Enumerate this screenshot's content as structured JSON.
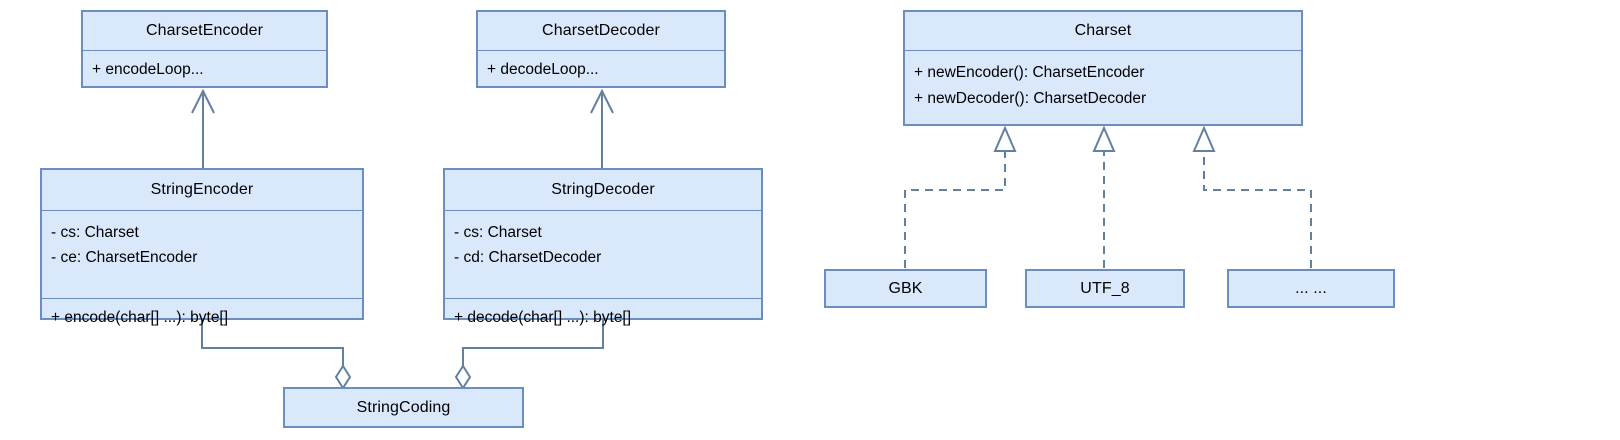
{
  "diagram": {
    "kind": "uml-class-diagram",
    "classes": {
      "charset_encoder": {
        "title": "CharsetEncoder",
        "methods": [
          "+ encodeLoop..."
        ]
      },
      "charset_decoder": {
        "title": "CharsetDecoder",
        "methods": [
          "+ decodeLoop..."
        ]
      },
      "charset": {
        "title": "Charset",
        "methods": [
          "+ newEncoder(): CharsetEncoder",
          "+ newDecoder(): CharsetDecoder"
        ]
      },
      "string_encoder": {
        "title": "StringEncoder",
        "attributes": [
          "- cs: Charset",
          "- ce: CharsetEncoder"
        ],
        "methods": [
          "+ encode(char[] ...): byte[]"
        ]
      },
      "string_decoder": {
        "title": "StringDecoder",
        "attributes": [
          "- cs: Charset",
          "- cd: CharsetDecoder"
        ],
        "methods": [
          "+ decode(char[] ...): byte[]"
        ]
      },
      "string_coding": {
        "title": "StringCoding"
      },
      "gbk": {
        "title": "GBK"
      },
      "utf_8": {
        "title": "UTF_8"
      },
      "others": {
        "title": "... ..."
      }
    },
    "relationships": [
      {
        "from": "StringEncoder",
        "to": "CharsetEncoder",
        "type": "directed-association",
        "line": "solid",
        "head": "open-arrow"
      },
      {
        "from": "StringDecoder",
        "to": "CharsetDecoder",
        "type": "directed-association",
        "line": "solid",
        "head": "open-arrow"
      },
      {
        "from": "StringCoding",
        "to": "StringEncoder",
        "type": "aggregation",
        "line": "solid",
        "head": "hollow-diamond-at-StringCoding"
      },
      {
        "from": "StringCoding",
        "to": "StringDecoder",
        "type": "aggregation",
        "line": "solid",
        "head": "hollow-diamond-at-StringCoding"
      },
      {
        "from": "GBK",
        "to": "Charset",
        "type": "realization",
        "line": "dashed",
        "head": "hollow-triangle-at-Charset"
      },
      {
        "from": "UTF_8",
        "to": "Charset",
        "type": "realization",
        "line": "dashed",
        "head": "hollow-triangle-at-Charset"
      },
      {
        "from": "... ...",
        "to": "Charset",
        "type": "realization",
        "line": "dashed",
        "head": "hollow-triangle-at-Charset"
      }
    ],
    "colors": {
      "node_fill": "#dae8fc",
      "node_border": "#6c8ebf",
      "edge": "#64809f",
      "text": "#000000",
      "background": "#ffffff"
    }
  }
}
